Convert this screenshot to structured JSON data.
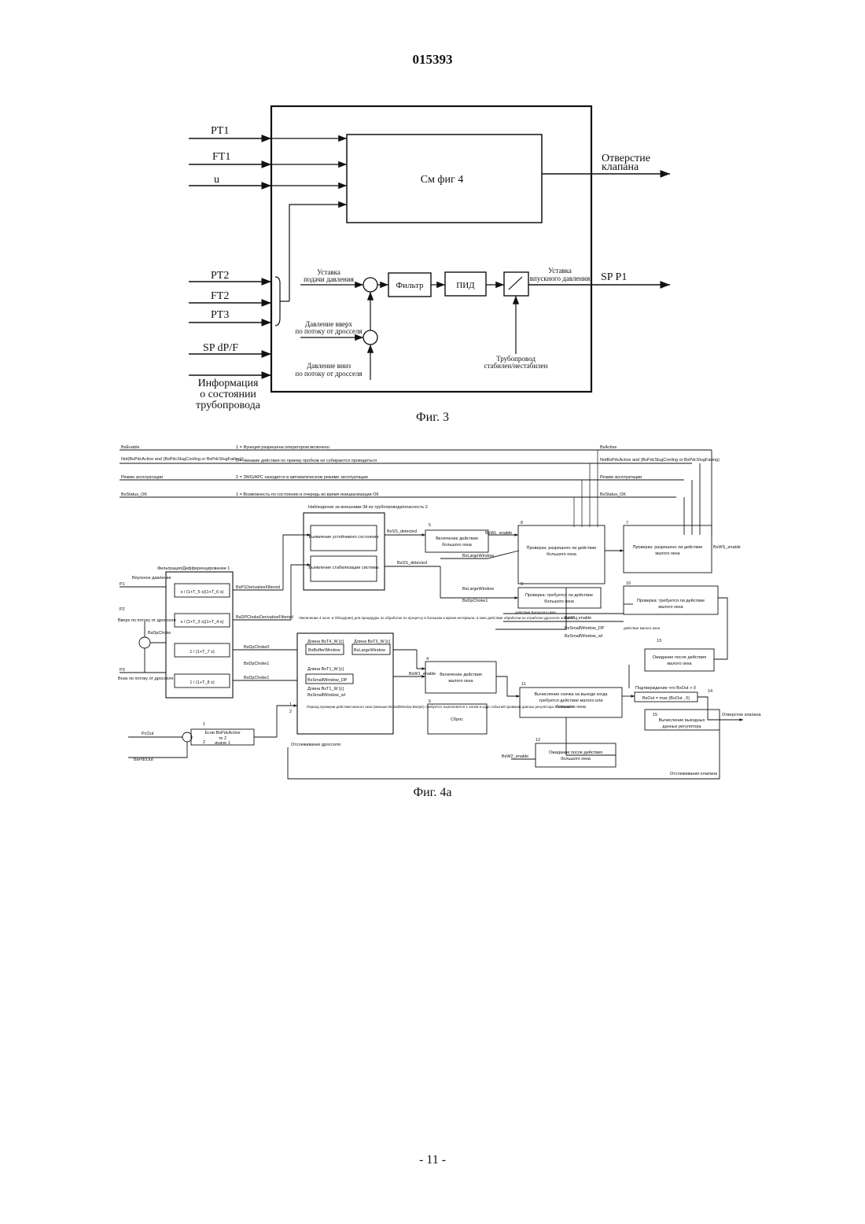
{
  "header": {
    "doc_number": "015393"
  },
  "fig3": {
    "caption": "Фиг. 3",
    "inputs": [
      "PT1",
      "FT1",
      "u",
      "PT2",
      "FT2",
      "PT3",
      "SP dP/F"
    ],
    "pipeline_info": [
      "Информация",
      "о состоянии",
      "трубопровода"
    ],
    "ref_block": "См фиг 4",
    "valve_opening": [
      "Отверстие",
      "клапана"
    ],
    "setpoint_label": [
      "Уставка",
      "подачи давления"
    ],
    "filter": "Фильтр",
    "pid": "ПИД",
    "output_setpoint_label": [
      "Уставка",
      "впускного давления"
    ],
    "sp_p1": "SP P1",
    "upstream_pressure": [
      "Давление вверх",
      "по потоку от дросселя"
    ],
    "downstream_pressure": [
      "Давление вниз",
      "по потоку от дросселя"
    ],
    "pipeline_state": [
      "Трубопровод",
      "стабилен/нестабилен"
    ]
  },
  "fig4a": {
    "caption": "Фиг. 4а",
    "signals_top": [
      {
        "name": "BsEnable",
        "desc": "1 = Функция разрешена оператором включено"
      },
      {
        "name": "Not(BsPdcActive and (BsPdcSlugCooling or BsPdcSlugFailing))",
        "desc": "0 = Никакие действия по приему пробков не собираются проводиться"
      },
      {
        "name": "Режим эксплуатации",
        "desc": "2 = ЗWG/APC находится в автоматическом режиме эксплуатации"
      },
      {
        "name": "BsStatus_OK",
        "desc": "1 = Возможность по состоянию и очередь во время инициализации ОК"
      }
    ],
    "signals_right": [
      "BsActive",
      "NotBsPdcActive and (BsPdcSlugCooling or BsPdcSlugFailing)",
      "Режим эксплуатации",
      "BsStatus_OK"
    ],
    "left_inputs": [
      "P1",
      "Впускное давление",
      "P2",
      "Вверх по потоку от дросселя",
      "P3",
      "Вниз по потоку от дросселя",
      "BsDpChoke",
      "PcOut",
      "BsPdcOut"
    ],
    "filter_title": "Фильтрация/Дифференцирование 1",
    "tf_formulas": [
      "s / (1+T_5 s)(1+T_6 s)",
      "s / (1+T_3 s)(1+T_4 s)",
      "1 / (1+T_7 s)",
      "1 / (1+T_8 s)"
    ],
    "filter_signals": [
      "BsP1DerivativeFiltered",
      "BsDPChokeDerivativeFiltered",
      "BsDpChoke0",
      "BsDpChoke1",
      "BsDpChoke1"
    ],
    "monitor_title": "Наблюдение за внешними 3й из трубопровода/опасность 2",
    "monitor_blocks": [
      "Выявление устойчивого состояния",
      "Выявление стабилизации системы"
    ],
    "monitor_out": [
      "BsSS_detected",
      "BsSS_detected"
    ],
    "window_title": "Увеличение 4 окон: и Обход(ние) для процедуры по обработке по процессу в большом и время интервала, в окне действия обработки по отработке дросселя элемент 3",
    "window_items": [
      "Длина BsT4_W [c]",
      "Длина BsT3_W [c]",
      "BsBufferWindow",
      "BsLargeWindow",
      "Длина BsT1_W [c]",
      "BsSmallWindow_DP",
      "BsSmallWindow_wl",
      "Длина BsT1_W [c]"
    ],
    "window_note": "Период проверки действия малого окна (меньше BsmallWindow BsepS) требуется, выполняется 1 затем в ходе событий проверки данных регулятора 3 элемент 1",
    "b5": [
      "5",
      "Включение действия",
      "большого окна"
    ],
    "b8": [
      "8",
      "Проверка: разрешено ли действие",
      "большого окна"
    ],
    "b9": [
      "9",
      "Проверка: требуется ли действие",
      "большого окна"
    ],
    "b7": [
      "7",
      "Проверка: разрешено ли действие",
      "малого окна"
    ],
    "b10": [
      "10",
      "Проверка: требуется ли действие",
      "малого окна"
    ],
    "b4": [
      "4",
      "Включение действия",
      "малого окна"
    ],
    "b6": [
      "6",
      "Сброс"
    ],
    "b11": [
      "11",
      "Вычисление скачка на выходе когда",
      "требуется действие малого или",
      "большого окна"
    ],
    "b13": [
      "13",
      "Ожидание после действия",
      "малого окна"
    ],
    "b12": [
      "12",
      "Ожидание после действия",
      "большого окна"
    ],
    "b14": [
      "Подтверждение что BsOut > 0",
      "BsOut = max (BsOut , 0)",
      "14"
    ],
    "b15": [
      "15",
      "Вычисление выходных",
      "данных регулятора"
    ],
    "signals_mid": [
      "BsWL_enable",
      "BsWS_enable",
      "BsLargeWindow",
      "BsLargeWindow",
      "BsDpChoke1",
      "BsWL_enable",
      "BsSmallWindow_DP",
      "BsSmallWindow_wl",
      "BsW2_enable",
      "BsW1_enable",
      "действие Большого окна",
      "действие малого окна"
    ],
    "switch_block": [
      "Если BsPdcActive",
      "то 2",
      "иначе 1"
    ],
    "switch_ports": [
      "1",
      "2",
      "1",
      "2"
    ],
    "out_labels": [
      "Отверстие клапана",
      "Отслеживание дросселя",
      "Отслеживание клапана"
    ]
  },
  "footer": {
    "page": "- 11 -"
  }
}
